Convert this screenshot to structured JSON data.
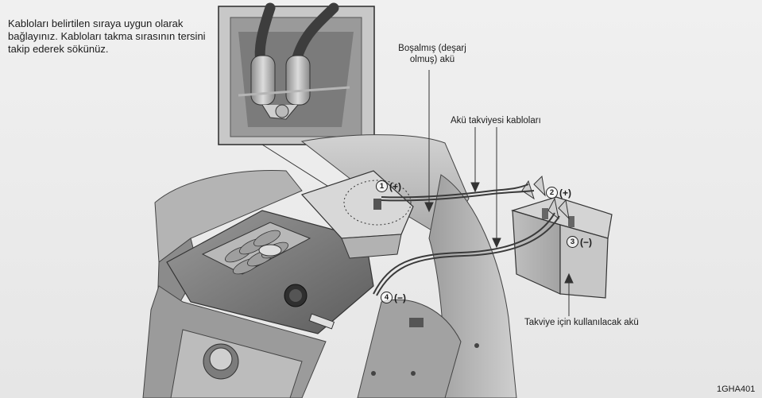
{
  "instruction": "Kabloları belirtilen sıraya uygun olarak bağlayınız. Kabloları takma sırasının tersini takip ederek sökünüz.",
  "labels": {
    "discharged_battery": "Boşalmış (deşarj olmuş) akü",
    "jumper_cables": "Akü takviyesi kabloları",
    "booster_battery": "Takviye için kullanılacak akü",
    "figure_code": "1GHA401"
  },
  "steps": [
    {
      "num": "1",
      "polarity": "(+)"
    },
    {
      "num": "2",
      "polarity": "(+)"
    },
    {
      "num": "3",
      "polarity": "(−)"
    },
    {
      "num": "4",
      "polarity": "(−)"
    }
  ]
}
